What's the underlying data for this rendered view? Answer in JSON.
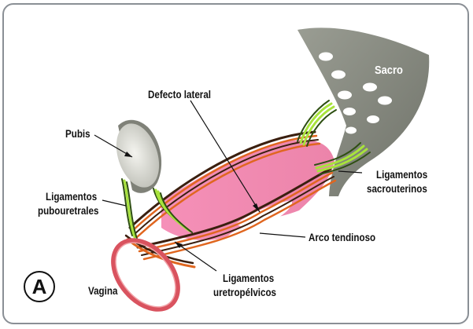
{
  "panel_letter": "A",
  "labels": {
    "sacro": "Sacro",
    "defecto_lateral": "Defecto lateral",
    "pubis": "Pubis",
    "lig_sacrouterinos_1": "Ligamentos",
    "lig_sacrouterinos_2": "sacrouterinos",
    "lig_pubouretrales_1": "Ligamentos",
    "lig_pubouretrales_2": "pubouretrales",
    "arco_tendinoso": "Arco tendinoso",
    "vagina": "Vagina",
    "lig_uretropelvicos_1": "Ligamentos",
    "lig_uretropelvicos_2": "uretropélvicos"
  },
  "colors": {
    "frame": "#8a8f95",
    "sacrum": "#8c8f86",
    "pubis": "#9a9b92",
    "membrane": "#f08fb2",
    "tendon_orange": "#e0661f",
    "tendon_brown": "#3b1f0f",
    "ligament_green": "#a8e33c",
    "vagina_ring": "#d9535f"
  }
}
